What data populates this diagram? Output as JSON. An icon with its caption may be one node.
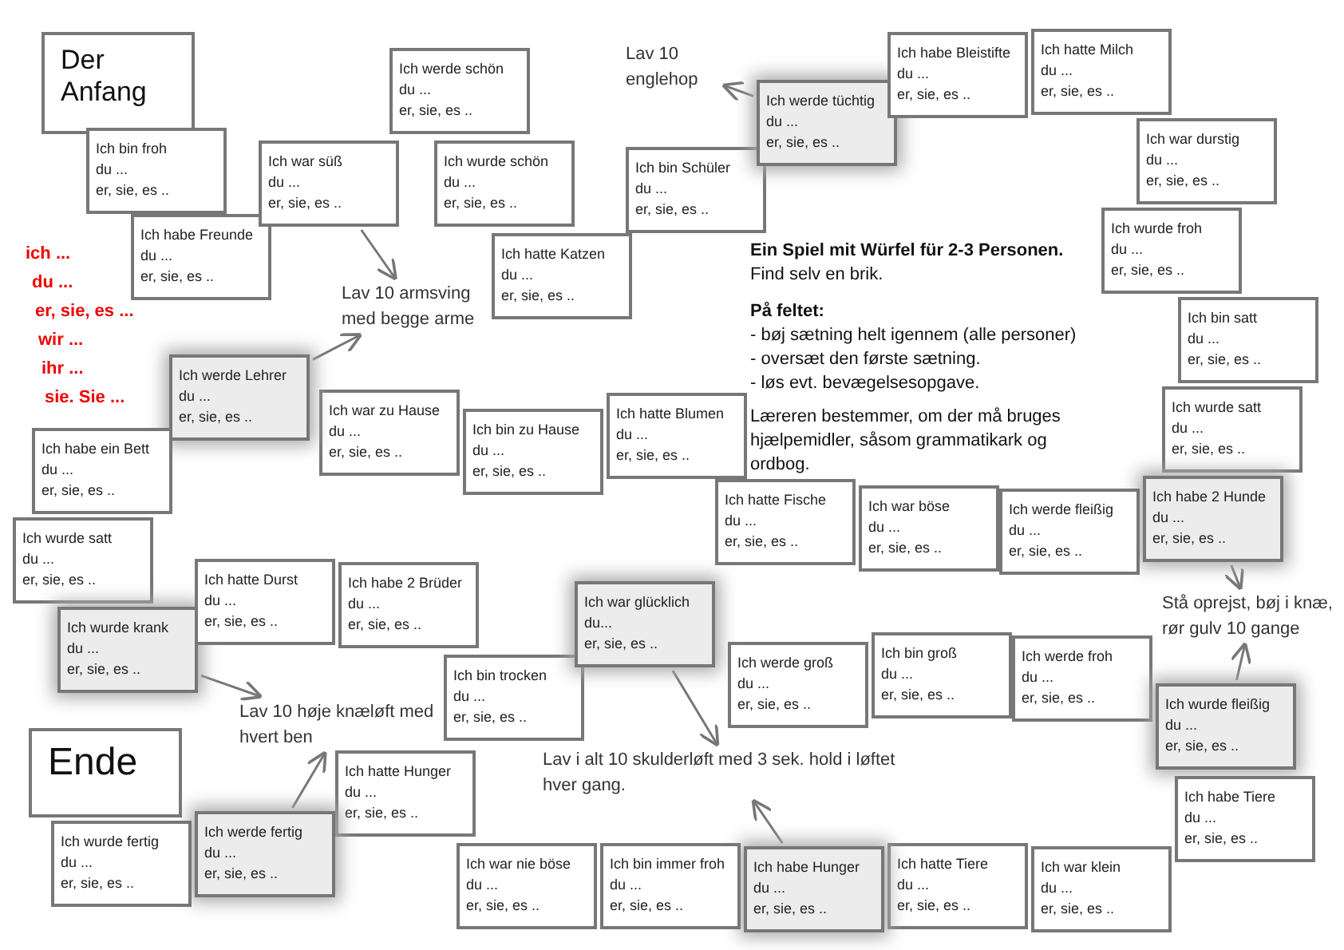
{
  "diagram": {
    "nodes": [
      {
        "text": [
          "Der Anfang"
        ]
      },
      {
        "text": [
          "Ich bin froh",
          "du ...",
          "er, sie, es .."
        ]
      },
      {
        "text": [
          "Ich habe Freunde",
          "du ...",
          "er, sie, es .."
        ]
      },
      {
        "text": [
          "Ich war süß",
          "du ...",
          "er, sie, es .."
        ]
      },
      {
        "text": [
          "Ich werde schön",
          "du ...",
          "er, sie, es .."
        ]
      },
      {
        "text": [
          "Ich wurde schön",
          "du ...",
          "er, sie, es .."
        ]
      },
      {
        "text": [
          "Ich hatte Katzen",
          "du ...",
          "er, sie, es .."
        ]
      },
      {
        "text": [
          "Ich bin Schüler",
          "du ...",
          "er, sie, es .."
        ]
      },
      {
        "text": [
          "Ich werde tüchtig",
          "du ...",
          "er, sie, es .."
        ]
      },
      {
        "text": [
          "Ich habe Bleistifte",
          "du ...",
          "er, sie, es .."
        ]
      },
      {
        "text": [
          "Ich hatte Milch",
          "du ...",
          "er, sie, es .."
        ]
      },
      {
        "text": [
          "Ich war durstig",
          "du ...",
          "er, sie, es .."
        ]
      },
      {
        "text": [
          "Ich wurde froh",
          "du ...",
          "er, sie, es .."
        ]
      },
      {
        "text": [
          "Ich bin satt",
          "du ...",
          "er, sie, es .."
        ]
      },
      {
        "text": [
          "Ich wurde satt",
          "du ...",
          "er, sie, es .."
        ]
      },
      {
        "text": [
          "Ich habe 2 Hunde",
          "du ...",
          "er, sie, es .."
        ]
      },
      {
        "text": [
          "Ich werde fleißig",
          "du ...",
          "er, sie, es .."
        ]
      },
      {
        "text": [
          "Ich war böse",
          "du ...",
          "er, sie, es .."
        ]
      },
      {
        "text": [
          "Ich hatte Fische",
          "du ...",
          "er, sie, es .."
        ]
      },
      {
        "text": [
          "Ich hatte Blumen",
          "du ...",
          "er, sie, es .."
        ]
      },
      {
        "text": [
          "Ich bin zu Hause",
          "du ...",
          "er, sie, es .."
        ]
      },
      {
        "text": [
          "Ich war zu Hause",
          "du ...",
          "er, sie, es .."
        ]
      },
      {
        "text": [
          "Ich werde Lehrer",
          "du ...",
          "er, sie, es .."
        ]
      },
      {
        "text": [
          "Ich habe ein Bett",
          "du ...",
          "er, sie, es .."
        ]
      },
      {
        "text": [
          "Ich wurde satt",
          "du ...",
          "er, sie, es .."
        ]
      },
      {
        "text": [
          "Ich wurde krank",
          "du ...",
          "er, sie, es .."
        ]
      },
      {
        "text": [
          "Ich hatte Durst",
          "du ...",
          "er, sie, es .."
        ]
      },
      {
        "text": [
          "Ich habe 2 Brüder",
          "du ...",
          "er, sie, es .."
        ]
      },
      {
        "text": [
          "Ich bin trocken",
          "du ...",
          "er, sie, es .."
        ]
      },
      {
        "text": [
          "Ich war glücklich",
          "du...",
          "er, sie, es .."
        ]
      },
      {
        "text": [
          "Ich werde groß",
          "du ...",
          "er, sie, es .."
        ]
      },
      {
        "text": [
          "Ich bin groß",
          "du ...",
          "er, sie, es .."
        ]
      },
      {
        "text": [
          "Ich werde froh",
          "du ...",
          "er, sie, es .."
        ]
      },
      {
        "text": [
          "Ich wurde fleißig",
          "du ...",
          "er, sie, es .."
        ]
      },
      {
        "text": [
          "Ich habe Tiere",
          "du ...",
          "er, sie, es .."
        ]
      },
      {
        "text": [
          "Ich war klein",
          "du ...",
          "er, sie, es .."
        ]
      },
      {
        "text": [
          "Ich hatte Tiere",
          "du ...",
          "er, sie, es .."
        ]
      },
      {
        "text": [
          "Ich habe Hunger",
          "du ...",
          "er, sie, es .."
        ]
      },
      {
        "text": [
          "Ich bin immer froh",
          "du ...",
          "er, sie, es .."
        ]
      },
      {
        "text": [
          "Ich war nie böse",
          "du ...",
          "er, sie, es .."
        ]
      },
      {
        "text": [
          "Ich hatte Hunger",
          "du ...",
          "er, sie, es .."
        ]
      },
      {
        "text": [
          "Ich werde fertig",
          "du ...",
          "er, sie, es .."
        ]
      },
      {
        "text": [
          "Ich wurde fertig",
          "du ...",
          "er, sie, es .."
        ]
      },
      {
        "text": [
          "Ende"
        ]
      },
      {
        "text": [
          "Lav 10 armsving med begge arme"
        ]
      },
      {
        "text": [
          "Lav 10 englehop"
        ]
      },
      {
        "text": [
          "Stå oprejst, bøj i knæ, rør gulv 10 gange"
        ]
      },
      {
        "text": [
          "Lav 10 høje knæløft med hvert ben"
        ]
      },
      {
        "text": [
          "Lav i alt 10 skulderløft med 3 sek. hold i løftet hver gang."
        ]
      }
    ],
    "edges": [
      {
        "from": 3,
        "to": 44,
        "arrow": "to"
      },
      {
        "from": 22,
        "to": 44,
        "arrow": "to"
      },
      {
        "from": 8,
        "to": 45,
        "arrow": "to"
      },
      {
        "from": 15,
        "to": 46,
        "arrow": "to"
      },
      {
        "from": 33,
        "to": 46,
        "arrow": "to"
      },
      {
        "from": 25,
        "to": 47,
        "arrow": "to"
      },
      {
        "from": 41,
        "to": 47,
        "arrow": "to"
      },
      {
        "from": 29,
        "to": 48,
        "arrow": "to"
      },
      {
        "from": 37,
        "to": 48,
        "arrow": "to"
      }
    ],
    "labels": [
      "ich ...",
      "du ...",
      "er, sie, es ...",
      "wir ...",
      "ihr ...",
      "sie. Sie ...",
      "Ein Spiel mit Würfel für 2-3 Personen.",
      "Find selv en brik.",
      "På feltet:",
      "- bøj sætning helt igennem (alle personer)",
      "- oversæt den første sætning.",
      "- løs evt. bevægelsesopgave.",
      "Læreren bestemmer, om der må bruges hjælpemidler, såsom grammatikark og ordbog."
    ]
  }
}
